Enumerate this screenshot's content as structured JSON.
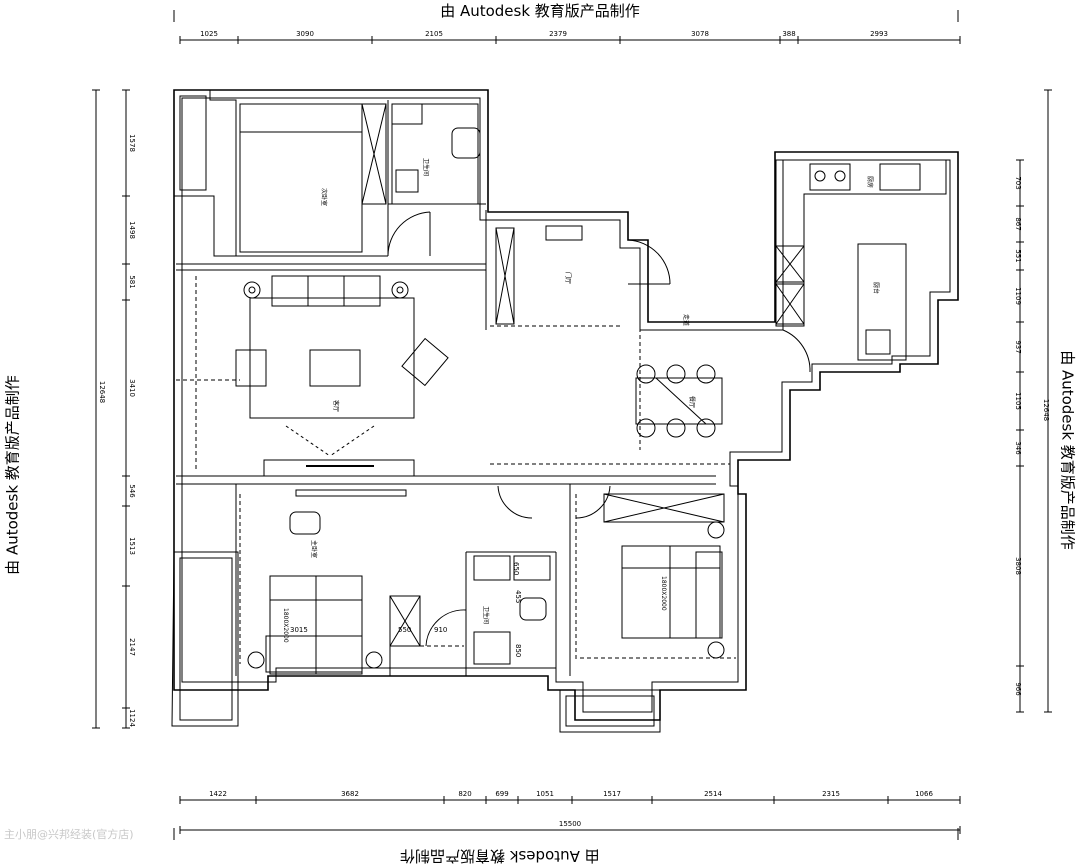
{
  "watermark": "由 Autodesk 教育版产品制作",
  "credit": "主小朋@兴邦经装(官方店)",
  "dims": {
    "top": [
      "1025",
      "3090",
      "2105",
      "2379",
      "3078",
      "388",
      "2993"
    ],
    "bottom": [
      "1422",
      "3682",
      "820",
      "699",
      "1051",
      "1517",
      "2514",
      "2315",
      "1066"
    ],
    "bottom_total": "15500",
    "left": [
      "1578",
      "1498",
      "581",
      "3410",
      "546",
      "1513",
      "2147",
      "1124"
    ],
    "left_total": "12648",
    "right": [
      "703",
      "867",
      "551",
      "1109",
      "937",
      "1105",
      "346",
      "3808",
      "966"
    ],
    "right_total": "12648"
  },
  "rooms": {
    "bedroom2": "次卧室",
    "bath1": "卫生间",
    "foyer": "门厅",
    "living": "客厅",
    "corridor": "走道",
    "dining": "餐厅",
    "kitchen": "厨房",
    "kitchen_counter": "厨台",
    "master": "主卧室",
    "bath2": "卫生间"
  },
  "annotations": {
    "bed1": "1800X2000",
    "bed2": "1800X2000",
    "m3015": "3015",
    "m550": "550",
    "m910": "910",
    "m455": "455",
    "m850": "850",
    "m650": "650"
  }
}
